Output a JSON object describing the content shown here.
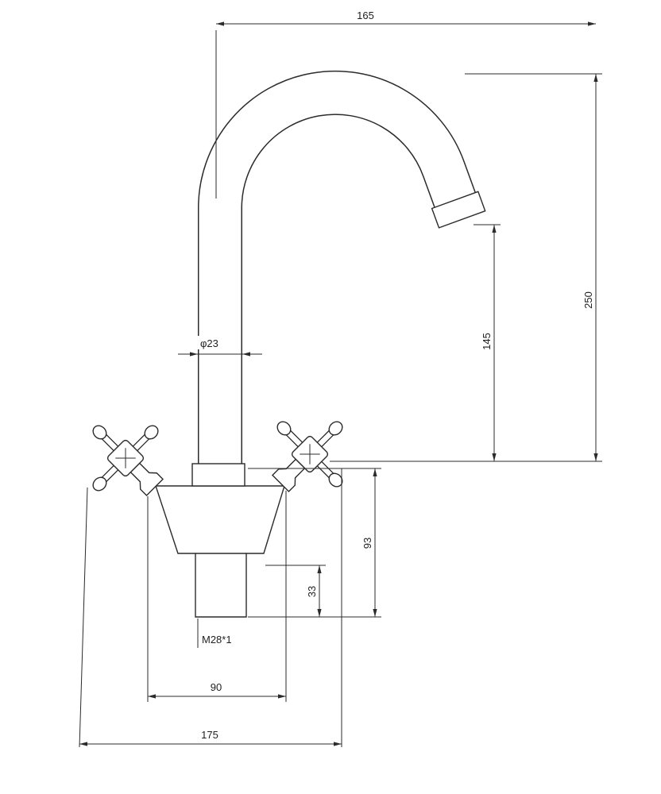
{
  "canvas": {
    "background": "#ffffff",
    "line_color": "#2b2b2b",
    "text_color": "#1f1f1f"
  },
  "dimensions": {
    "spout_reach": "165",
    "overall_height": "250",
    "outlet_height": "145",
    "spout_diameter": "φ23",
    "body_height": "93",
    "thread_length": "33",
    "thread_spec": "M28*1",
    "base_width": "90",
    "overall_width": "175"
  }
}
